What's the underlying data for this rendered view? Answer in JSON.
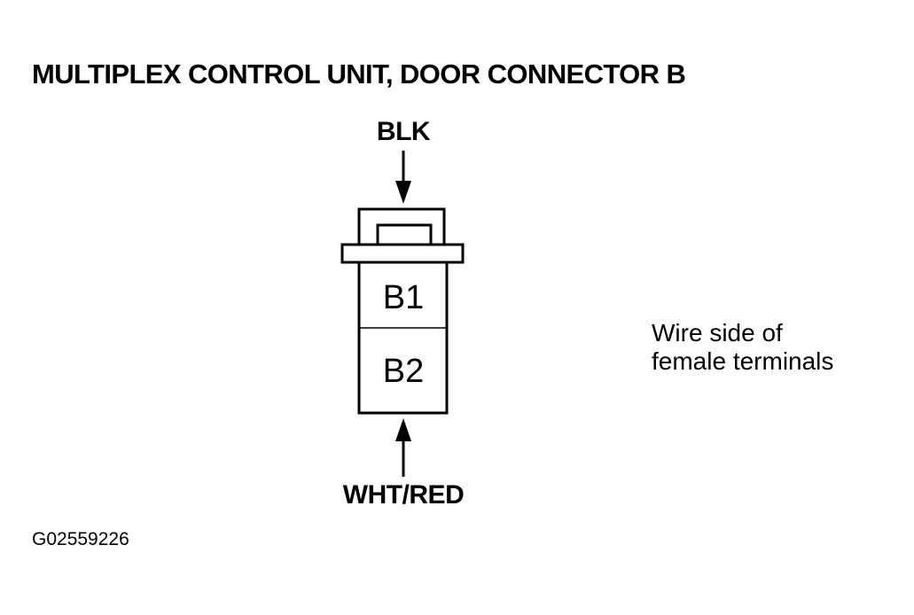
{
  "diagram": {
    "title": "MULTIPLEX CONTROL UNIT, DOOR CONNECTOR B",
    "wires": {
      "top": "BLK",
      "bottom": "WHT/RED"
    },
    "terminals": [
      "B1",
      "B2"
    ],
    "note_lines": [
      "Wire side of",
      "female terminals"
    ],
    "figure_id": "G02559226"
  },
  "colors": {
    "ink": "#000000",
    "background": "#ffffff"
  }
}
